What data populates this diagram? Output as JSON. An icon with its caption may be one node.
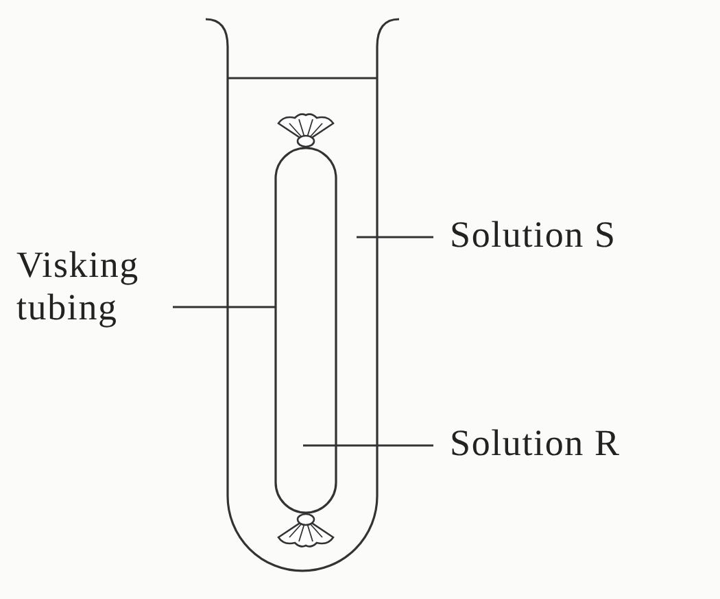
{
  "diagram": {
    "nodes": [
      {
        "text": [
          "Visking tubing"
        ]
      },
      {
        "text": [
          "Solution S"
        ]
      },
      {
        "text": [
          "Solution R"
        ]
      },
      {
        "text": [],
        "shape": "tube"
      }
    ],
    "edges": [
      {
        "from": 0,
        "to": 3,
        "arrow": "none"
      },
      {
        "from": 1,
        "to": null,
        "arrow": "none"
      },
      {
        "from": 2,
        "to": 3,
        "arrow": "none"
      }
    ]
  }
}
